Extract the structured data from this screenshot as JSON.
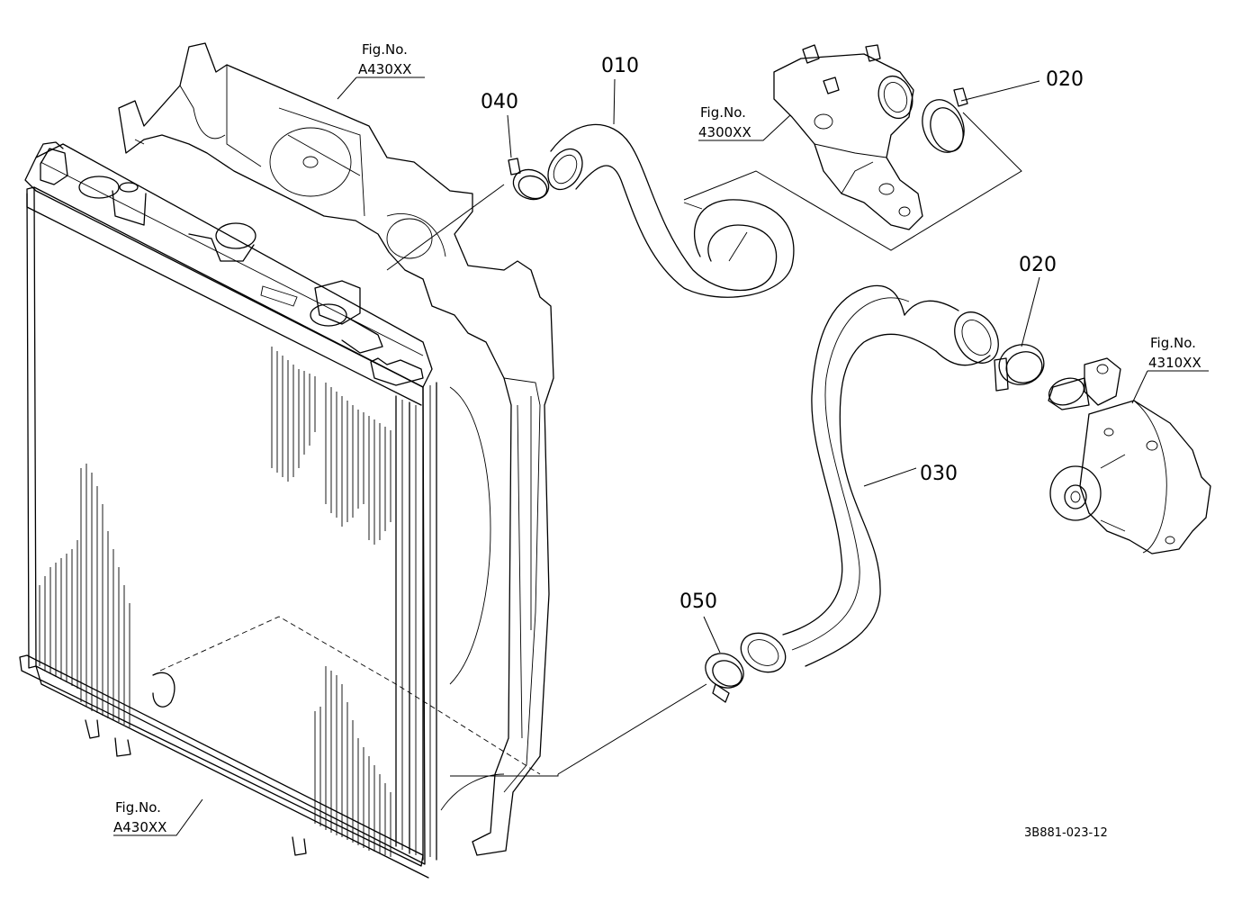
{
  "callouts": {
    "p010": "010",
    "p020a": "020",
    "p020b": "020",
    "p030": "030",
    "p040": "040",
    "p050": "050"
  },
  "fig_refs": {
    "radiator_top": {
      "line1": "Fig.No.",
      "line2": "A430XX"
    },
    "radiator_bottom": {
      "line1": "Fig.No.",
      "line2": "A430XX"
    },
    "thermostat": {
      "line1": "Fig.No.",
      "line2": "4300XX"
    },
    "water_pump": {
      "line1": "Fig.No.",
      "line2": "4310XX"
    }
  },
  "drawing_code": "3B881-023-12"
}
